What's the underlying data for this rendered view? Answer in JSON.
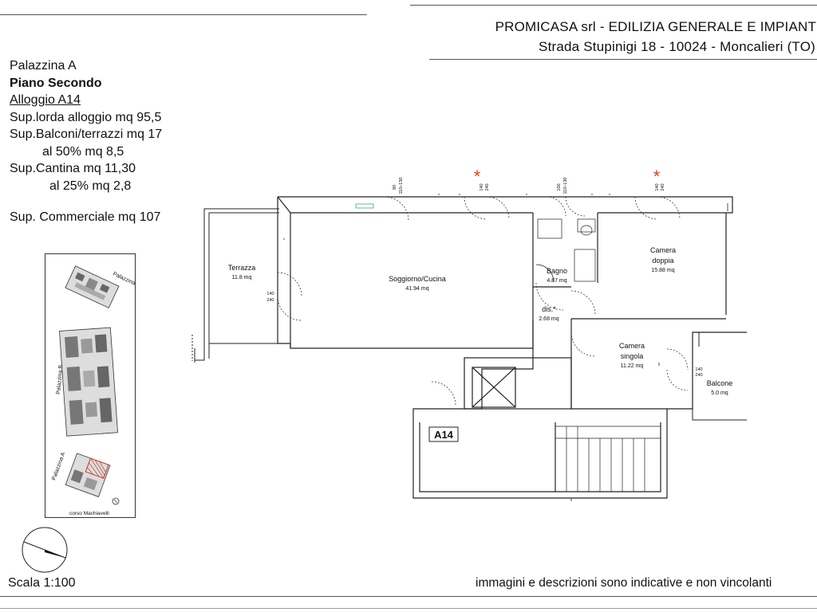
{
  "header": {
    "company": "PROMICASA srl - EDILIZIA GENERALE E IMPIANTI",
    "address": "Strada Stupinigi 18 - 10024 - Moncalieri (TO)"
  },
  "info": {
    "building": "Palazzina A",
    "floor": "Piano Secondo",
    "unit": "Alloggio A14",
    "gross_area": "Sup.lorda alloggio mq 95,5",
    "balconies": "Sup.Balconi/terrazzi mq 17",
    "balconies_50": "al 50% mq 8,5",
    "cellar": "Sup.Cantina mq 11,30",
    "cellar_25": "al 25% mq 2,8",
    "commercial": "Sup. Commerciale mq 107"
  },
  "keyplan": {
    "building_c": "Palazzina C",
    "building_b": "Palazzina B",
    "building_a": "Palazzina A",
    "street": "corso Machiavelli"
  },
  "rooms": {
    "terrazza": {
      "name": "Terrazza",
      "area": "11.8 mq"
    },
    "soggiorno": {
      "name": "Soggiorno/Cucina",
      "area": "41.94 mq"
    },
    "bagno": {
      "name": "Bagno",
      "area": "4.87 mq"
    },
    "camera_doppia": {
      "name1": "Camera",
      "name2": "doppia",
      "area": "15.88 mq"
    },
    "dis": {
      "name": "dis.*",
      "area": "2.68 mq"
    },
    "camera_singola": {
      "name1": "Camera",
      "name2": "singola",
      "area": "11.22 mq"
    },
    "balcone": {
      "name": "Balcone",
      "area": "5.0 mq"
    }
  },
  "unit_tag": "A14",
  "dims": {
    "d140": "140",
    "d240": "240",
    "d80": "80",
    "d100": "100",
    "d110_130": "110÷130"
  },
  "scale": "Scala 1:100",
  "disclaimer": "immagini e descrizioni sono indicative e non vincolanti",
  "colors": {
    "asterisk": "#e0401c",
    "hatch": "#c0392b"
  }
}
